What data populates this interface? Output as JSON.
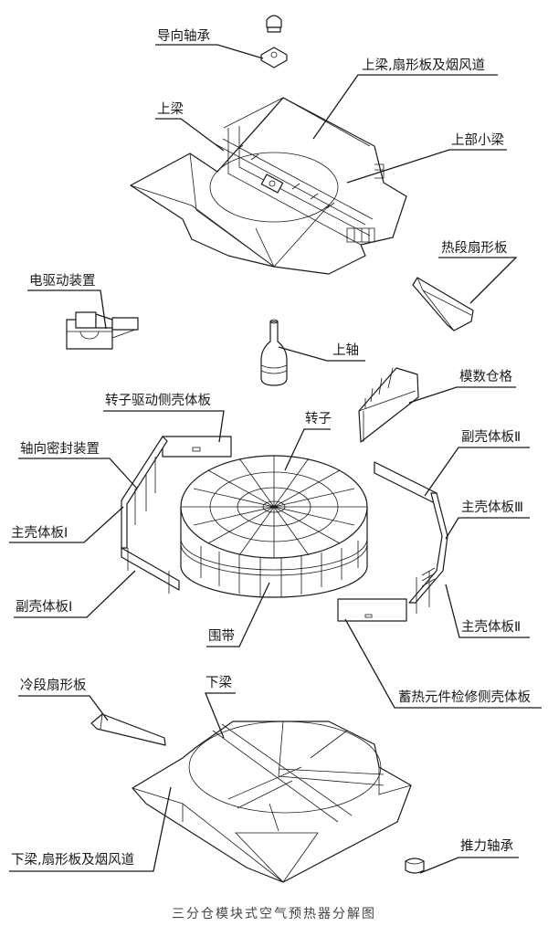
{
  "diagram": {
    "title": "三分仓模块式空气预热器分解图",
    "labels": {
      "guide_bearing": "导向轴承",
      "upper_beam_sector_duct": "上梁,扇形板及烟风道",
      "upper_beam": "上梁",
      "upper_small_beam": "上部小梁",
      "hot_end_sector_plate": "热段扇形板",
      "electric_drive": "电驱动装置",
      "upper_shaft": "上轴",
      "modular_compartment": "模数仓格",
      "rotor_drive_side_casing_panel": "转子驱动侧壳体板",
      "rotor": "转子",
      "axial_seal_device": "轴向密封装置",
      "secondary_casing_panel_2": "副壳体板Ⅱ",
      "main_casing_panel_3": "主壳体板Ⅲ",
      "main_casing_panel_1": "主壳体板Ⅰ",
      "secondary_casing_panel_1": "副壳体板Ⅰ",
      "girth_band": "围带",
      "main_casing_panel_2": "主壳体板Ⅱ",
      "heating_element_service_side_casing_panel": "蓄热元件检修侧壳体板",
      "cold_end_sector_plate": "冷段扇形板",
      "lower_beam": "下梁",
      "lower_beam_sector_duct": "下梁,扇形板及烟风道",
      "thrust_bearing": "推力轴承"
    }
  }
}
